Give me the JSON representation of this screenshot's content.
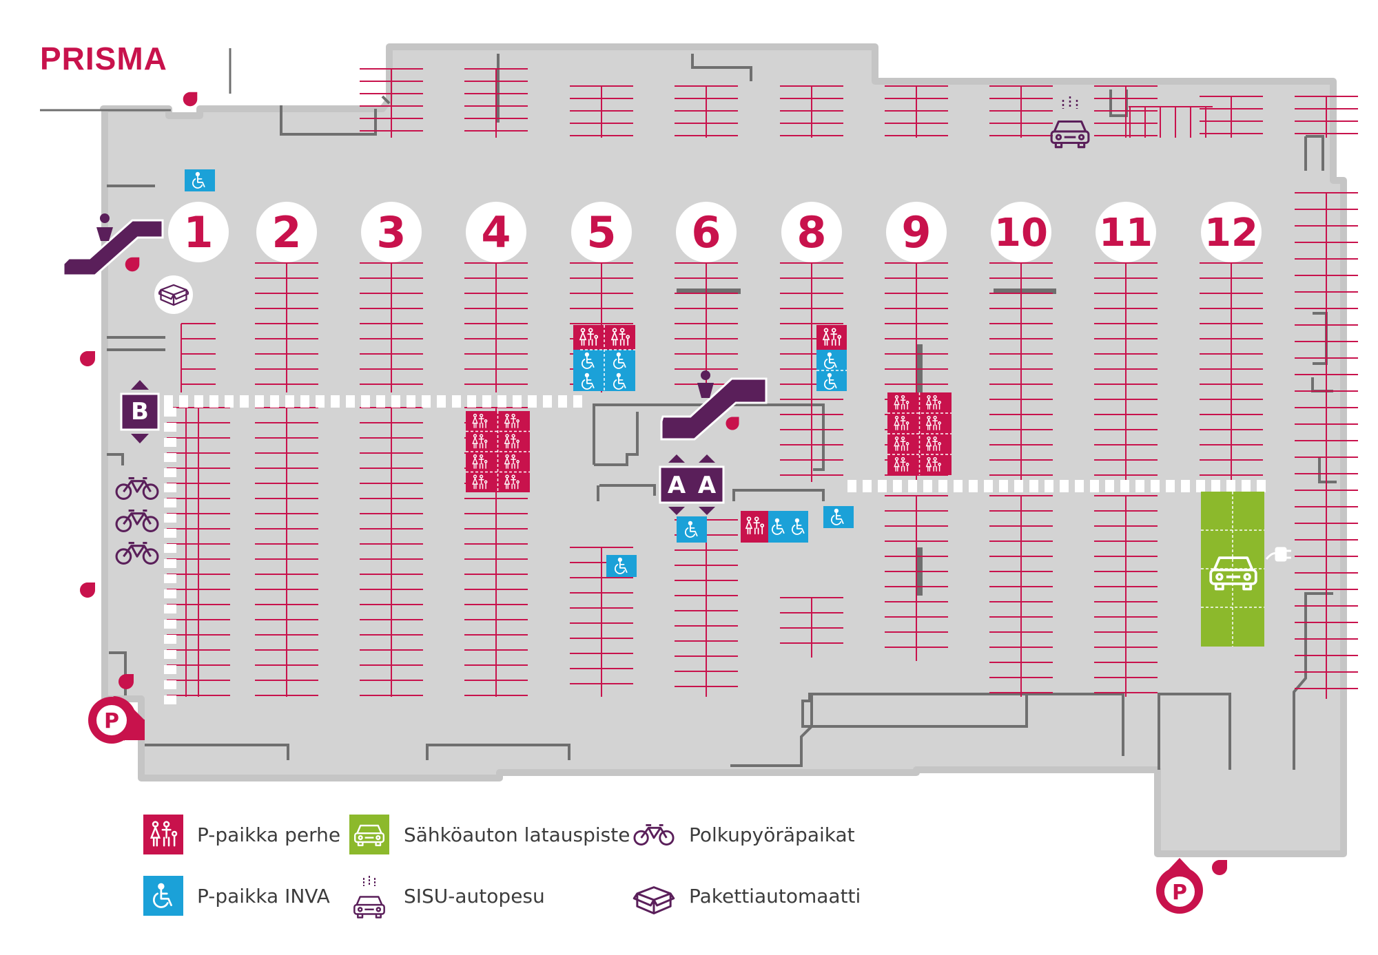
{
  "brand": "PRISMA",
  "colors": {
    "brand": "#c8124c",
    "floor": "#d3d3d3",
    "wall": "#6f6f6f",
    "family": "#c8124c",
    "inva": "#1ba1d8",
    "ev": "#8cb92c",
    "facility": "#5a1f5a"
  },
  "aisles": [
    "1",
    "2",
    "3",
    "4",
    "5",
    "6",
    "8",
    "9",
    "10",
    "11",
    "12"
  ],
  "elevators": {
    "b": "B",
    "a_left": "A",
    "a_right": "A"
  },
  "parking_entrance_icon": "P",
  "legend": {
    "family": "P-paikka perhe",
    "inva": "P-paikka INVA",
    "ev": "Sähköauton latauspiste",
    "carwash": "SISU-autopesu",
    "bikes": "Polkupyöräpaikat",
    "parcel": "Pakettiautomaatti"
  },
  "icons": [
    "escalator-icon",
    "elevator-icon",
    "bicycle-icon",
    "parcel-locker-icon",
    "car-wash-icon",
    "ev-charger-icon",
    "family-icon",
    "wheelchair-icon",
    "exit-marker-icon",
    "parking-icon"
  ]
}
